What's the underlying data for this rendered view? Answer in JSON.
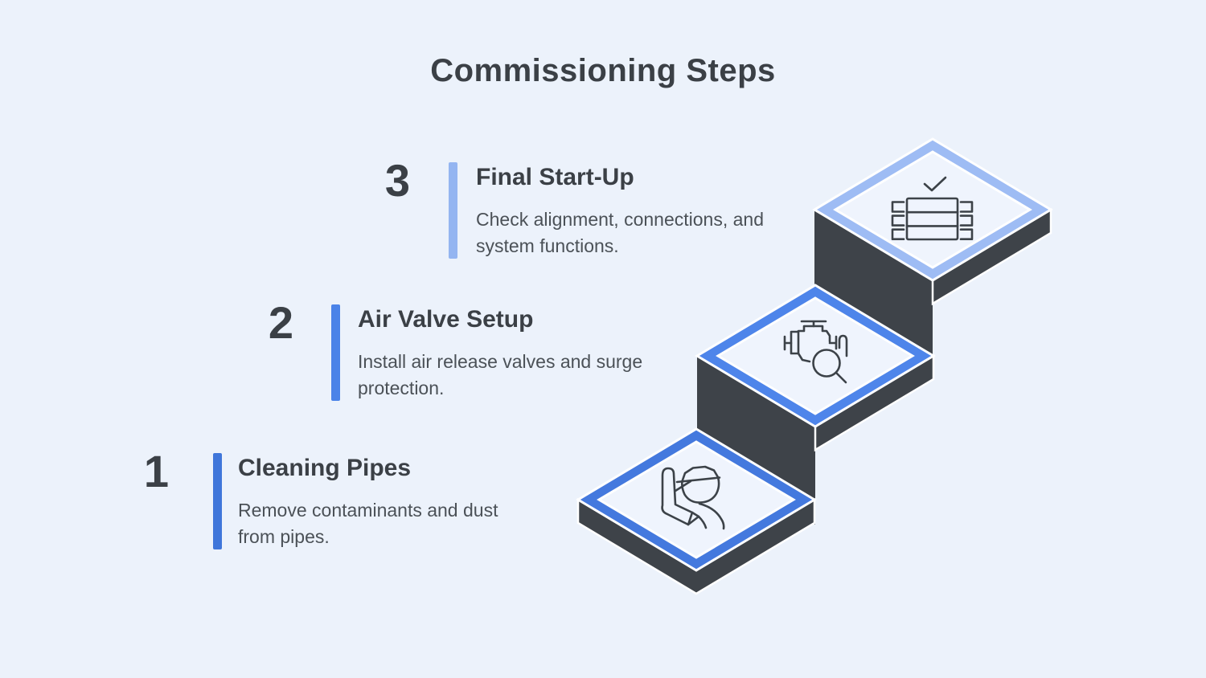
{
  "title": "Commissioning Steps",
  "steps": [
    {
      "number": "1",
      "title": "Cleaning Pipes",
      "description": "Remove contaminants and dust\nfrom pipes.",
      "bar_color": "#3f76da",
      "diamond_color": "#4479de",
      "icon": "worker-cleaning-icon"
    },
    {
      "number": "2",
      "title": "Air Valve Setup",
      "description": "Install air release valves and surge\nprotection.",
      "bar_color": "#4b83e8",
      "diamond_color": "#4e85ea",
      "icon": "engine-inspection-icon"
    },
    {
      "number": "3",
      "title": "Final Start-Up",
      "description": "Check alignment, connections, and\nsystem functions.",
      "bar_color": "#94b5f1",
      "diamond_color": "#9ebcf4",
      "icon": "machine-check-icon"
    }
  ],
  "colors": {
    "background": "#ecf2fb",
    "dark_face": "#3e4349",
    "diamond_inner": "#eff4fd",
    "icon_stroke": "#3c4248"
  }
}
